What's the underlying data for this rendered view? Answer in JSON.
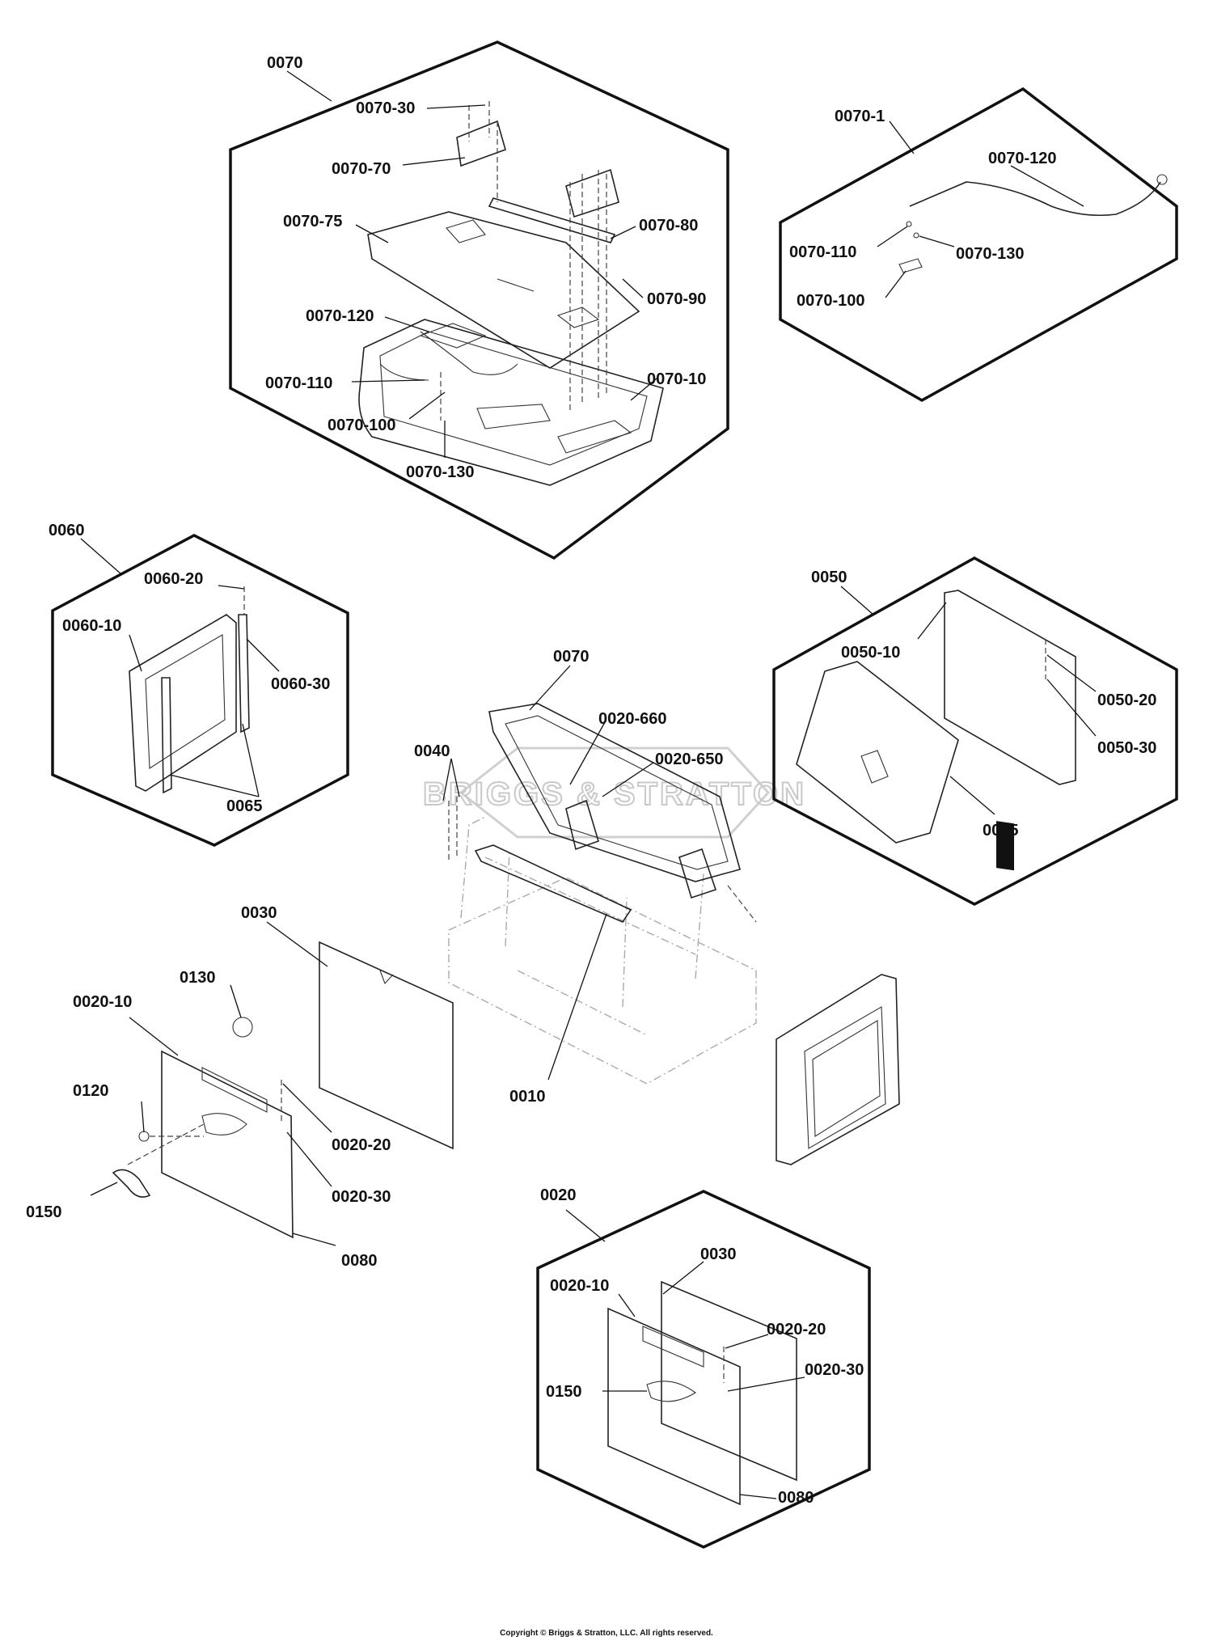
{
  "watermark": "BRIGGS & STRATTON",
  "copyright": "Copyright © Briggs & Stratton, LLC. All rights reserved.",
  "labels": {
    "g70_title": "0070",
    "g70_30": "0070-30",
    "g70_70": "0070-70",
    "g70_75": "0070-75",
    "g70_80": "0070-80",
    "g70_90": "0070-90",
    "g70_120": "0070-120",
    "g70_110": "0070-110",
    "g70_100": "0070-100",
    "g70_10": "0070-10",
    "g70_130": "0070-130",
    "g701_title": "0070-1",
    "g701_120": "0070-120",
    "g701_110": "0070-110",
    "g701_130": "0070-130",
    "g701_100": "0070-100",
    "g60_title": "0060",
    "g60_20": "0060-20",
    "g60_10": "0060-10",
    "g60_30": "0060-30",
    "g60_65": "0065",
    "g50_title": "0050",
    "g50_10": "0050-10",
    "g50_20": "0050-20",
    "g50_30": "0050-30",
    "g50_55": "0055",
    "m_0070": "0070",
    "m_0020_660": "0020-660",
    "m_0020_650": "0020-650",
    "m_0040": "0040",
    "m_0010": "0010",
    "d_0030": "0030",
    "d_0130": "0130",
    "d_0020_10": "0020-10",
    "d_0120": "0120",
    "d_0020_20": "0020-20",
    "d_0020_30": "0020-30",
    "d_0150": "0150",
    "d_0080": "0080",
    "g20_title": "0020",
    "g20_0030": "0030",
    "g20_0020_10": "0020-10",
    "g20_0020_20": "0020-20",
    "g20_0020_30": "0020-30",
    "g20_0150": "0150",
    "g20_0080": "0080"
  }
}
